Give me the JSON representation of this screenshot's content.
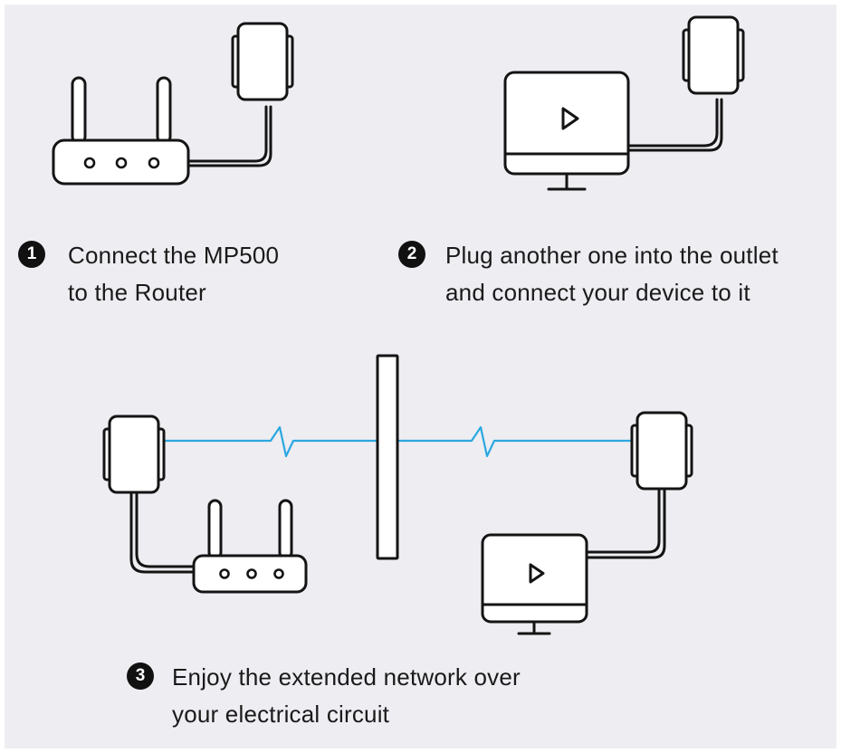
{
  "steps": [
    {
      "number": "1",
      "line1": "Connect the MP500",
      "line2": "to the Router"
    },
    {
      "number": "2",
      "line1": "Plug another one into the outlet",
      "line2": "and connect your device to it"
    },
    {
      "number": "3",
      "line1": "Enjoy the extended network over",
      "line2": "your electrical circuit"
    }
  ],
  "icons": {
    "powerline_adapter": "powerline-adapter-icon",
    "router": "router-icon",
    "monitor": "monitor-icon",
    "wall": "wall-icon",
    "signal": "signal-line"
  },
  "colors": {
    "background": "#ededf2",
    "line": "#141414",
    "signal": "#2ba8e0"
  }
}
